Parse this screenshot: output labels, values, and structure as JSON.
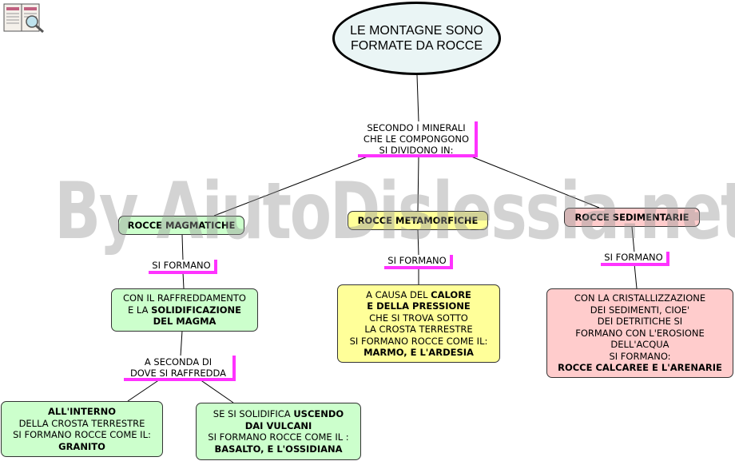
{
  "root": {
    "line1": "LE MONTAGNE SONO",
    "line2": "FORMATE DA ROCCE"
  },
  "connector_main": {
    "lines": [
      "SECONDO I MINERALI",
      "CHE LE COMPONGONO",
      "SI DIVIDONO IN:"
    ]
  },
  "categories": {
    "magmatiche": "ROCCE MAGMATICHE",
    "metamorfiche": "ROCCE METAMORFICHE",
    "sedimentarie": "ROCCE SEDIMENTARIE"
  },
  "si_formano": "SI FORMANO",
  "magmatiche_detail": {
    "l1_a": "CON IL  RAFFREDDAMENTO",
    "l2_a": "E LA ",
    "l2_b": "SOLIDIFICAZIONE",
    "l3_b": "DEL MAGMA"
  },
  "connector_seconda": {
    "line1": "A SECONDA DI",
    "line2": "DOVE SI RAFFREDDA"
  },
  "granito": {
    "l1_b": "ALL'INTERNO",
    "l2": "DELLA CROSTA TERRESTRE",
    "l3": "SI FORMANO ROCCE COME IL:",
    "l4_b": "GRANITO"
  },
  "basalto": {
    "l1_a": "SE SI SOLIDIFICA ",
    "l1_b": "USCENDO",
    "l2_b": "DAI VULCANI",
    "l3": "SI FORMANO ROCCE COME IL :",
    "l4_b": "BASALTO, E L'OSSIDIANA"
  },
  "metamorfiche_detail": {
    "l1_a": "A CAUSA DEL ",
    "l1_b": "CALORE",
    "l2_b": "E DELLA PRESSIONE",
    "l3": "CHE SI TROVA SOTTO",
    "l4": "LA CROSTA TERRESTRE",
    "l5": "SI FORMANO ROCCE COME IL:",
    "l6_b": "MARMO, E L'ARDESIA"
  },
  "sedimentarie_detail": {
    "l1": "CON LA CRISTALLIZZAZIONE",
    "l2": "DEI SEDIMENTI, CIOE'",
    "l3": "DEI DETRITICHE SI",
    "l4": "FORMANO CON L'EROSIONE",
    "l5": "DELL'ACQUA",
    "l6": "SI FORMANO:",
    "l7_b": "ROCCE CALCAREE E L'ARENARIE"
  },
  "watermark": "By AiutoDislessia.net",
  "colors": {
    "green": "#ccffcc",
    "yellow": "#ffff99",
    "pink": "#ffcccc",
    "connector_accent": "#ff33ff",
    "root_fill": "#eaf5f5"
  },
  "icons": {
    "top_left_logo": "book-magnifier-icon"
  }
}
